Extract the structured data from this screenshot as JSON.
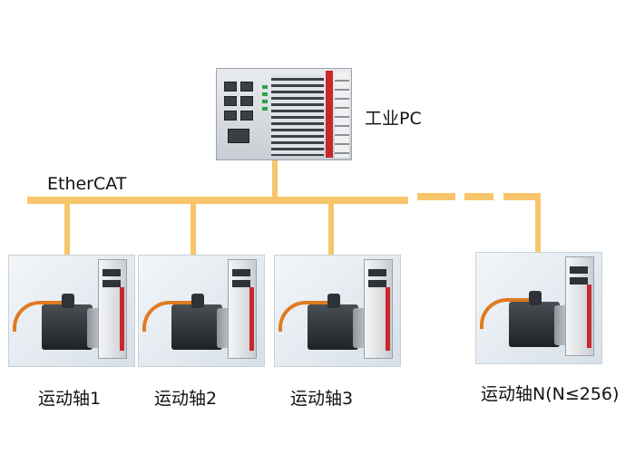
{
  "network": {
    "label": "EtherCAT"
  },
  "controller": {
    "label": "工业PC"
  },
  "axes": [
    {
      "label": "运动轴1"
    },
    {
      "label": "运动轴2"
    },
    {
      "label": "运动轴3"
    },
    {
      "label": "运动轴N(N≤256)"
    }
  ],
  "colors": {
    "bus": "#f8c56b",
    "drive_stripe": "#c9272e",
    "cable": "#e07b22",
    "text": "#111111"
  }
}
